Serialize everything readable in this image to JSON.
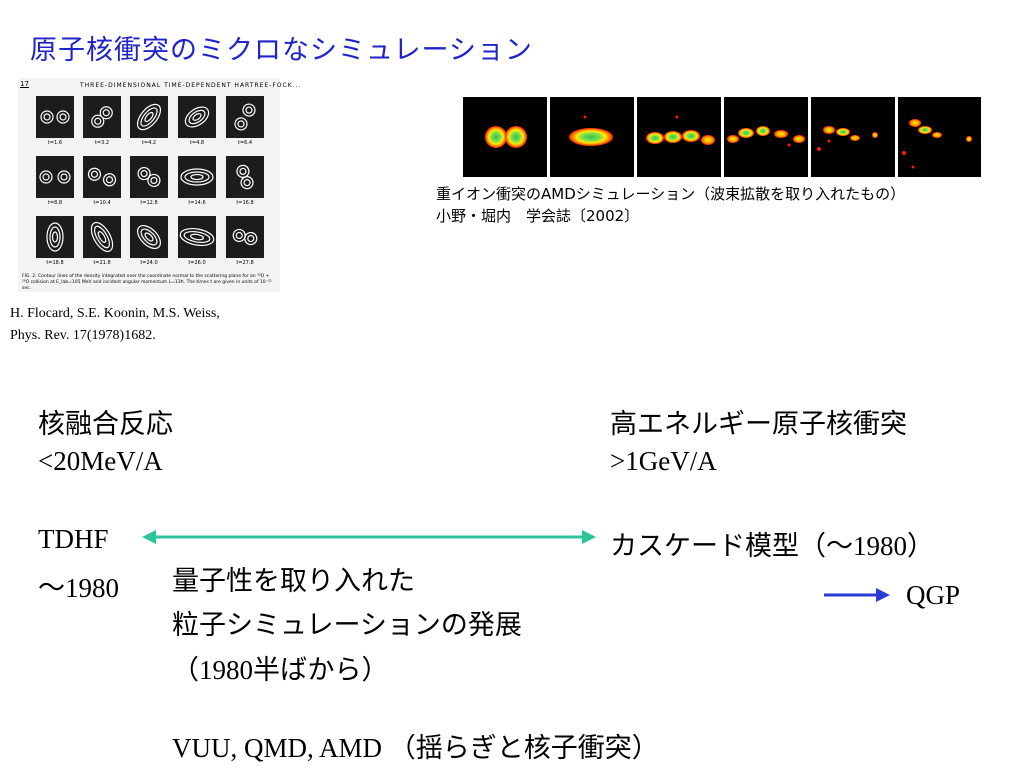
{
  "title": "原子核衝突のミクロなシミュレーション",
  "left_figure": {
    "page_no": "17",
    "header": "THREE-DIMENSIONAL TIME-DEPENDENT HARTREE-FOCK...",
    "time_labels": [
      "t=1.6",
      "t=3.2",
      "t=4.2",
      "t=4.8",
      "t=6.4",
      "t=8.8",
      "t=10.4",
      "t=12.8",
      "t=14.6",
      "t=16.8",
      "t=18.8",
      "t=21.8",
      "t=24.0",
      "t=26.0",
      "t=27.8"
    ],
    "caption": "FIG. 2. Contour lines of the density integrated over the coordinate normal to the scattering plane for an ¹⁶O + ¹⁶O collision at E_lab=105 MeV and incident angular momentum L=13ħ. The times t are given in units of 10⁻²² sec.",
    "citation_line1": "H. Flocard, S.E. Koonin, M.S. Weiss,",
    "citation_line2": "Phys. Rev. 17(1978)1682."
  },
  "right_figure": {
    "caption_line1": "重イオン衝突のAMDシミュレーション（波束拡散を取り入れたもの）",
    "caption_line2": "小野・堀内　学会誌〔2002〕",
    "colors": {
      "background": "#000000",
      "fragment_outer": "#ff1a00",
      "fragment_mid": "#ffee00",
      "fragment_core": "#22c84a"
    }
  },
  "low_energy": {
    "heading": "核融合反応",
    "energy": "<20MeV/A"
  },
  "high_energy": {
    "heading": "高エネルギー原子核衝突",
    "energy": ">1GeV/A"
  },
  "tdhf": {
    "label": "TDHF",
    "year": "～1980"
  },
  "cascade": {
    "label_jp": "カスケード模型（～",
    "label_year": "1980",
    "label_close": "）"
  },
  "development": {
    "line1": "量子性を取り入れた",
    "line2": "粒子シミュレーションの発展",
    "line3_open": "（",
    "line3_year": "1980",
    "line3_rest": "半ばから）"
  },
  "qgp": "QGP",
  "bottom": {
    "models": "VUU, QMD, AMD ",
    "note": "（揺らぎと核子衝突）"
  },
  "colors": {
    "title": "#1f23c9",
    "double_arrow": "#2ec49a",
    "qgp_arrow": "#2a3bd4"
  }
}
